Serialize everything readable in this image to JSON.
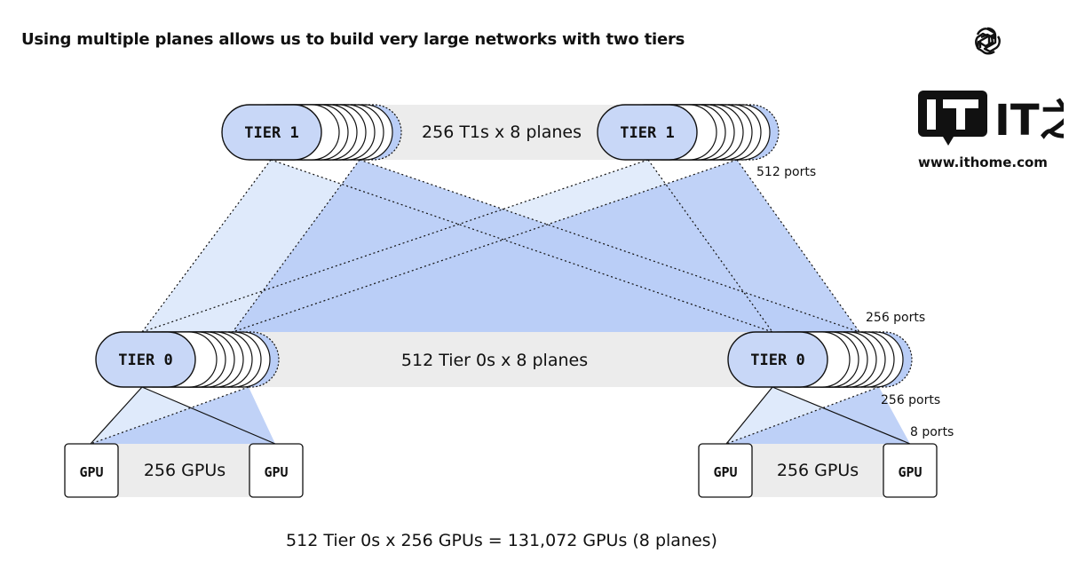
{
  "title": "Using multiple planes allows us to build very large networks with two tiers",
  "logo": {
    "icon": "openai-logo-icon"
  },
  "watermark": {
    "url": "www.ithome.com",
    "brand_text": "IT之家"
  },
  "tier1": {
    "label_left": "TIER 1",
    "label_right": "TIER 1",
    "band_label": "256 T1s x 8 planes",
    "ports_label": "512 ports"
  },
  "tier0": {
    "label_left": "TIER 0",
    "label_right": "TIER 0",
    "band_label": "512 Tier 0s x 8 planes",
    "uplink_ports_label": "256 ports",
    "downlink_ports_label": "256 ports",
    "gpu_ports_label": "8 ports"
  },
  "gpus": {
    "gpu_label": "GPU",
    "band_label_left": "256 GPUs",
    "band_label_right": "256 GPUs"
  },
  "summary": "512 Tier 0s x 256 GPUs = 131,072 GPUs (8 planes)",
  "colors": {
    "light_blue": "#dfeafb",
    "mid_blue": "#b9cdf6",
    "switch_fill": "#c8d7f7",
    "band_gray": "#ececec",
    "stroke": "#111111"
  }
}
